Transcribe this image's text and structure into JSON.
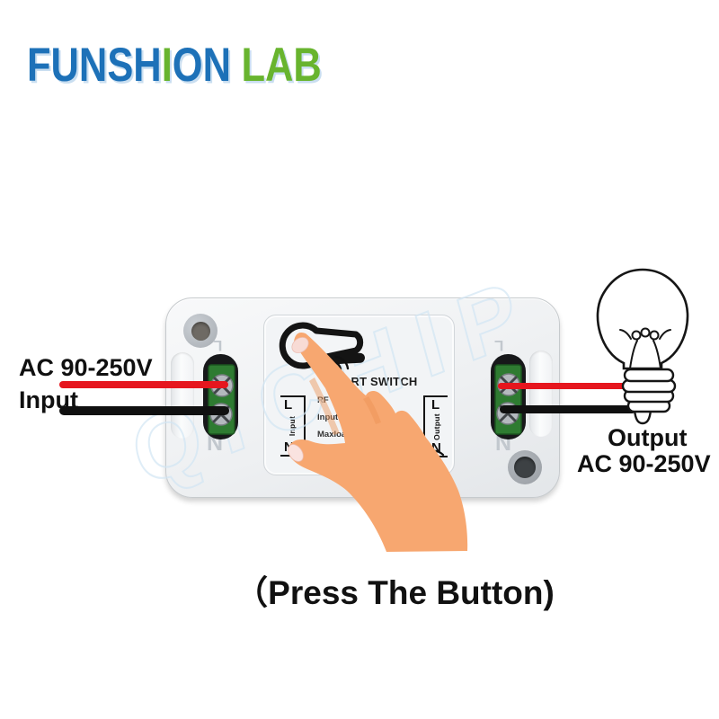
{
  "logo": {
    "segments": [
      {
        "text": "FUNSH",
        "color": "#1d71b8"
      },
      {
        "text": "I",
        "color": "#68b42e"
      },
      {
        "text": "ON",
        "color": "#1d71b8"
      },
      {
        "text": "LAB",
        "color": "#68b42e"
      }
    ]
  },
  "left_side": {
    "voltage": "AC 90-250V",
    "label": "Input"
  },
  "right_side": {
    "label": "Output",
    "voltage": "AC 90-250V"
  },
  "device": {
    "title": "SMART SWITCH",
    "specs": [
      "RF",
      "Input",
      "Maxloa"
    ],
    "left_bracket": {
      "top": "L",
      "middle": "Input",
      "bottom": "N"
    },
    "right_bracket": {
      "top": "L",
      "middle": "Output",
      "bottom": "N"
    },
    "left_terminal": {
      "line_mark": "L",
      "neutral_mark": "N"
    },
    "right_terminal": {
      "line_mark": "L",
      "neutral_mark": "N"
    },
    "banner_letter": "R"
  },
  "caption": "（Press The Button)",
  "watermark": "QICHIP",
  "colors": {
    "logo_blue": "#1d71b8",
    "logo_green": "#68b42e",
    "wire_red": "#e6161e",
    "wire_black": "#101010",
    "hand_skin": "#f7a770",
    "terminal_green": "#2e7b31",
    "watermark_stroke": "#d2e6f4"
  }
}
